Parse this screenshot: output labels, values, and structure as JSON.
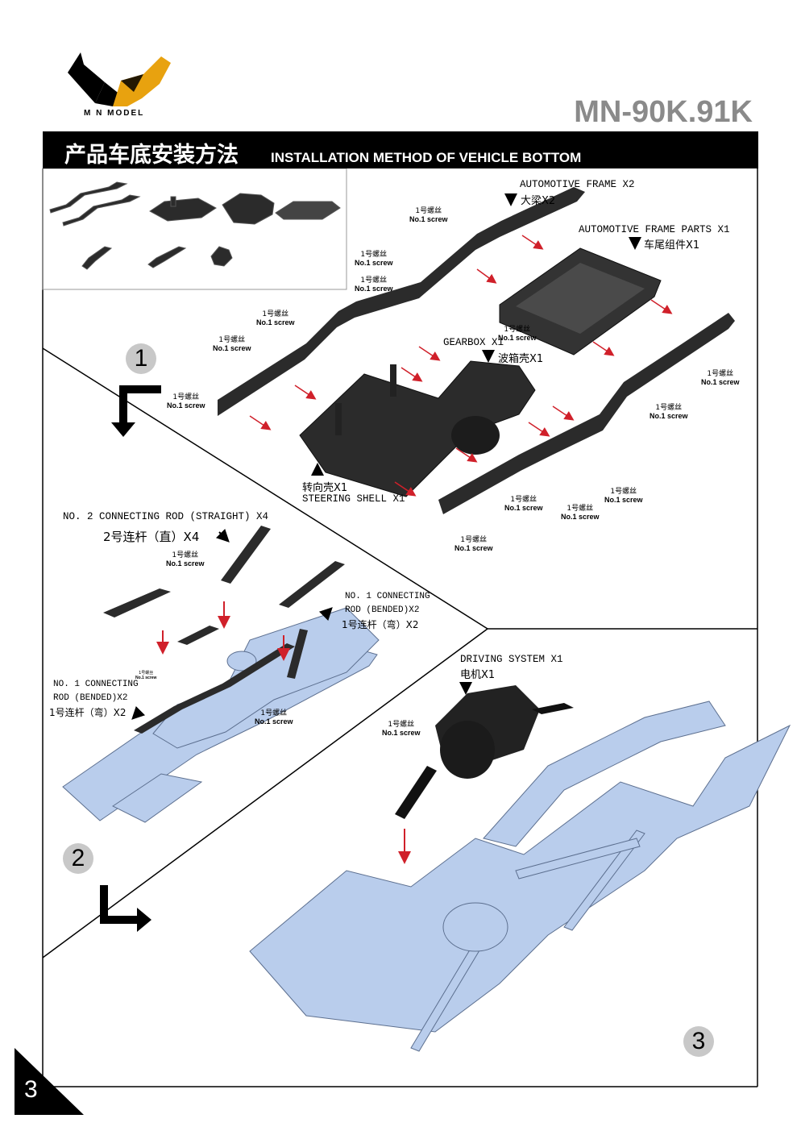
{
  "header": {
    "brand": "M N MODEL",
    "model_code": "MN-90K.91K",
    "title_cn": "产品车底安装方法",
    "title_en": "INSTALLATION METHOD OF VEHICLE BOTTOM"
  },
  "steps": [
    "1",
    "2",
    "3"
  ],
  "page_number": "3",
  "screw_cn": "1号螺丝",
  "screw_en": "No.1 screw",
  "labels": {
    "frame_en": "AUTOMOTIVE FRAME X2",
    "frame_cn": "大梁X2",
    "frame_parts_en": "AUTOMOTIVE FRAME PARTS X1",
    "frame_parts_cn": "车尾组件X1",
    "gearbox_en": "GEARBOX X1",
    "gearbox_cn": "波箱壳X1",
    "steering_cn": "转向壳X1",
    "steering_en": "STEERING SHELL X1",
    "rod2_en": "NO. 2 CONNECTING ROD (STRAIGHT) X4",
    "rod2_cn": "2号连杆（直）X4",
    "rod1r_en1": "NO. 1 CONNECTING",
    "rod1r_en2": "ROD (BENDED)X2",
    "rod1r_cn": "1号连杆（弯）X2",
    "rod1l_en1": "NO. 1 CONNECTING",
    "rod1l_en2": "ROD (BENDED)X2",
    "rod1l_cn": "1号连杆（弯）X2",
    "driving_en": "DRIVING SYSTEM X1",
    "driving_cn": "电机X1"
  },
  "colors": {
    "accent": "#e8a20f",
    "part_dark": "#2b2b2b",
    "part_blue": "#b9cdec",
    "arrow_red": "#d0202a",
    "step_gray": "#c8c8c8",
    "code_gray": "#8a8a8a"
  }
}
